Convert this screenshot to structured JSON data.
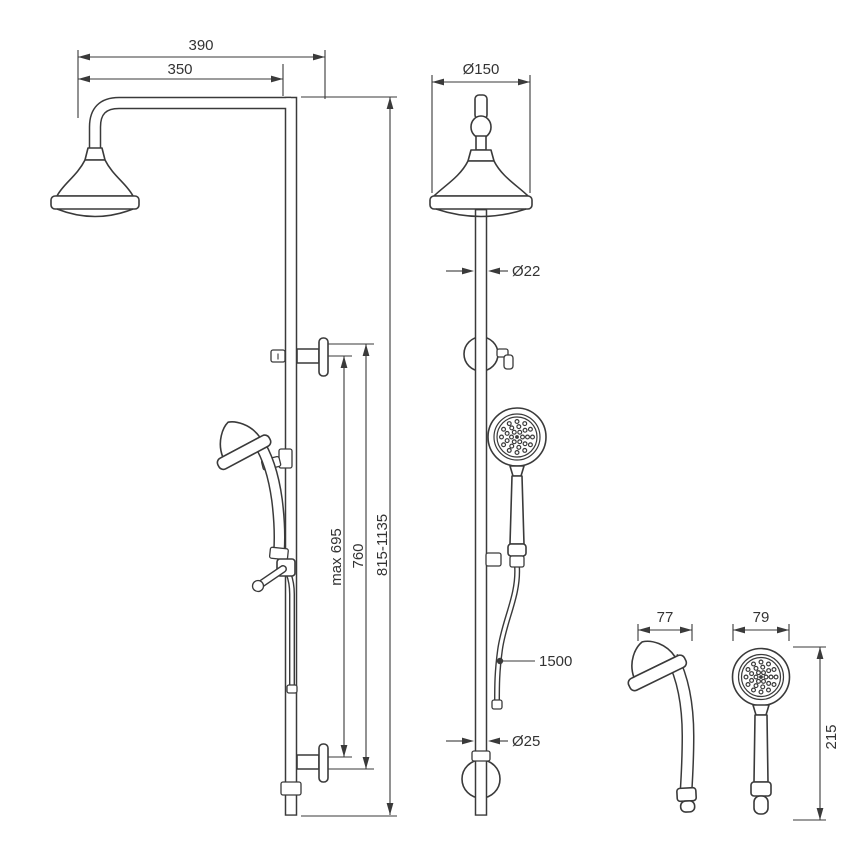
{
  "page": {
    "background": "#ffffff",
    "line_color": "#3a3a3a"
  },
  "drawing": {
    "subject": "shower-column-technical-drawing"
  },
  "dims": {
    "top_width": "390",
    "arm_width": "350",
    "head_diameter": "Ø150",
    "pipe_diameter": "Ø22",
    "slider_max": "max 695",
    "bracket_distance": "760",
    "total_height": "815-1135",
    "hose_length": "1500",
    "base_diameter": "Ø25",
    "handshower_side_width": "77",
    "handshower_front_width": "79",
    "handshower_height": "215"
  }
}
